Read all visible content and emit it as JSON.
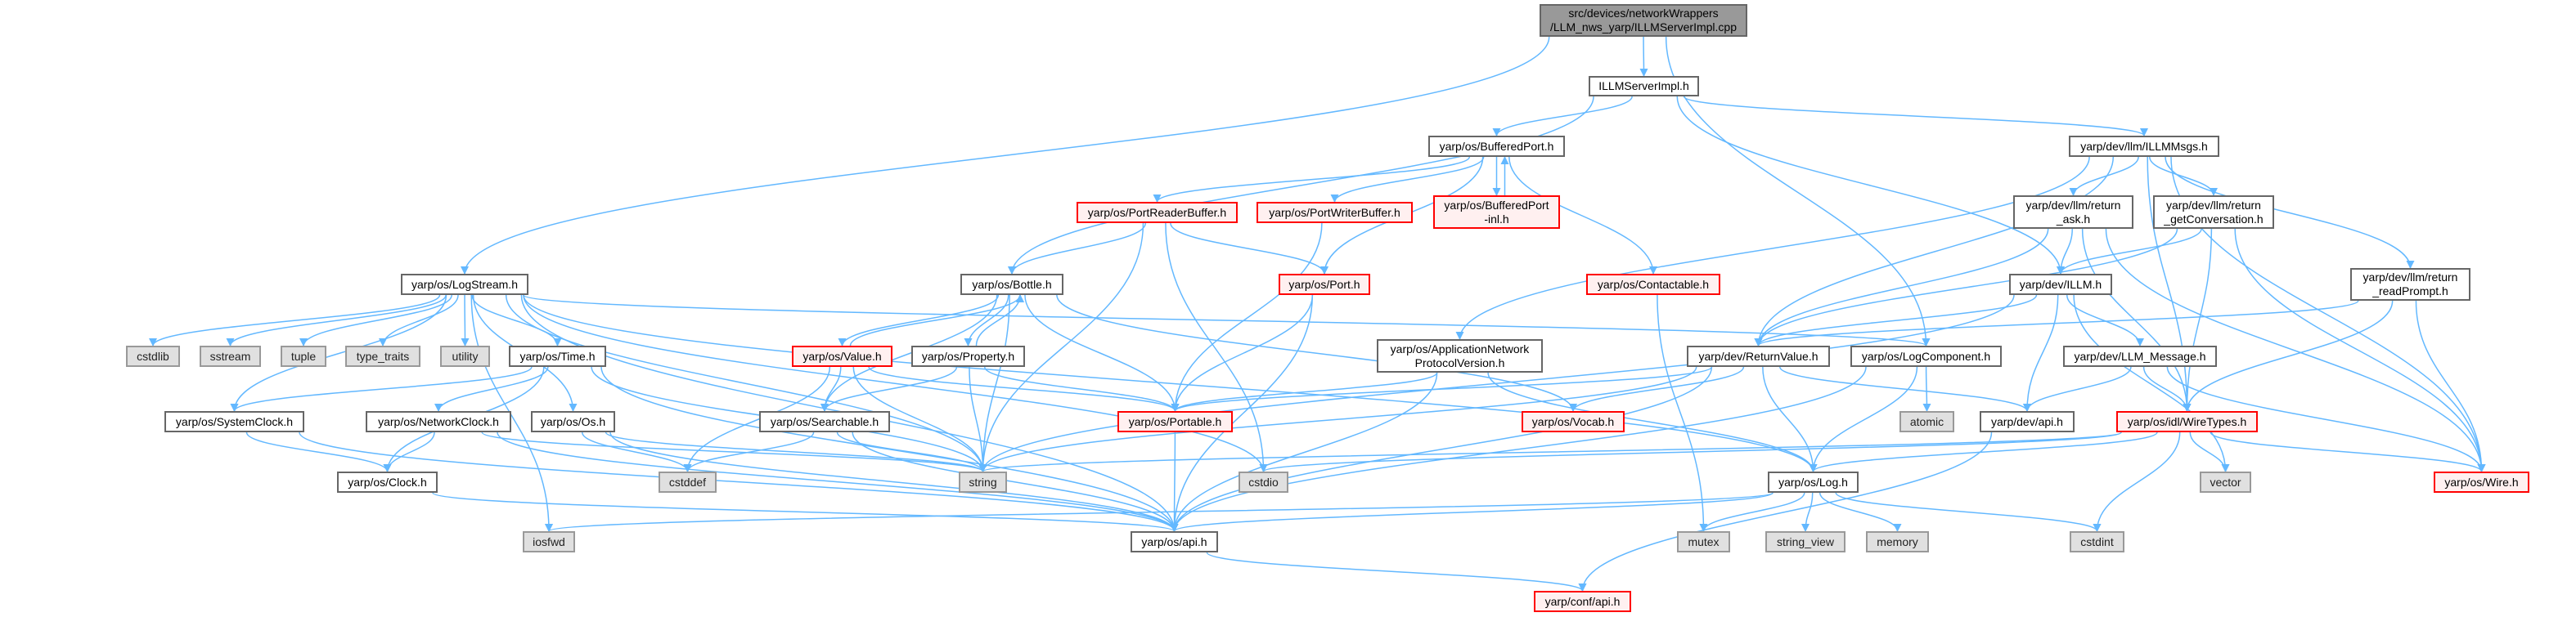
{
  "graph": {
    "title": "src/devices/networkWrappers/LLM_nws_yarp/ILLMServerImpl.cpp",
    "edge_color": "#63b8ff",
    "nodes": {
      "root": {
        "label": "src/devices/networkWrappers\n/LLM_nws_yarp/ILLMServerImpl.cpp",
        "kind": "root"
      },
      "illmserverimpl": {
        "label": "ILLMServerImpl.h",
        "kind": "plain"
      },
      "bufferedport": {
        "label": "yarp/os/BufferedPort.h",
        "kind": "plain"
      },
      "illmmsgs": {
        "label": "yarp/dev/llm/ILLMMsgs.h",
        "kind": "plain"
      },
      "portreaderbuffer": {
        "label": "yarp/os/PortReaderBuffer.h",
        "kind": "red"
      },
      "portwriterbuffer": {
        "label": "yarp/os/PortWriterBuffer.h",
        "kind": "red"
      },
      "bufferedport_inl": {
        "label": "yarp/os/BufferedPort\n-inl.h",
        "kind": "red"
      },
      "ask": {
        "label": "yarp/dev/llm/return\n_ask.h",
        "kind": "plain"
      },
      "getconv": {
        "label": "yarp/dev/llm/return\n_getConversation.h",
        "kind": "plain"
      },
      "bottle": {
        "label": "yarp/os/Bottle.h",
        "kind": "plain"
      },
      "port": {
        "label": "yarp/os/Port.h",
        "kind": "red"
      },
      "contactable": {
        "label": "yarp/os/Contactable.h",
        "kind": "red"
      },
      "illm": {
        "label": "yarp/dev/ILLM.h",
        "kind": "plain"
      },
      "readprompt": {
        "label": "yarp/dev/llm/return\n_readPrompt.h",
        "kind": "plain"
      },
      "logstream": {
        "label": "yarp/os/LogStream.h",
        "kind": "plain"
      },
      "cstdlib": {
        "label": "cstdlib",
        "kind": "system"
      },
      "sstream": {
        "label": "sstream",
        "kind": "system"
      },
      "tuple": {
        "label": "tuple",
        "kind": "system"
      },
      "type_traits": {
        "label": "type_traits",
        "kind": "system"
      },
      "utility": {
        "label": "utility",
        "kind": "system"
      },
      "time": {
        "label": "yarp/os/Time.h",
        "kind": "plain"
      },
      "value": {
        "label": "yarp/os/Value.h",
        "kind": "red"
      },
      "property": {
        "label": "yarp/os/Property.h",
        "kind": "plain"
      },
      "appnet": {
        "label": "yarp/os/ApplicationNetwork\nProtocolVersion.h",
        "kind": "plain"
      },
      "returnvalue": {
        "label": "yarp/dev/ReturnValue.h",
        "kind": "plain"
      },
      "logcomponent": {
        "label": "yarp/os/LogComponent.h",
        "kind": "plain"
      },
      "llm_message": {
        "label": "yarp/dev/LLM_Message.h",
        "kind": "plain"
      },
      "systemclock": {
        "label": "yarp/os/SystemClock.h",
        "kind": "plain"
      },
      "networkclock": {
        "label": "yarp/os/NetworkClock.h",
        "kind": "plain"
      },
      "os": {
        "label": "yarp/os/Os.h",
        "kind": "plain"
      },
      "searchable": {
        "label": "yarp/os/Searchable.h",
        "kind": "plain"
      },
      "portable": {
        "label": "yarp/os/Portable.h",
        "kind": "red"
      },
      "vocab": {
        "label": "yarp/os/Vocab.h",
        "kind": "red"
      },
      "atomic": {
        "label": "atomic",
        "kind": "system"
      },
      "devapi": {
        "label": "yarp/dev/api.h",
        "kind": "plain"
      },
      "wiretypes": {
        "label": "yarp/os/idl/WireTypes.h",
        "kind": "red"
      },
      "clock": {
        "label": "yarp/os/Clock.h",
        "kind": "plain"
      },
      "cstddef": {
        "label": "cstddef",
        "kind": "system"
      },
      "string": {
        "label": "string",
        "kind": "system"
      },
      "cstdio": {
        "label": "cstdio",
        "kind": "system"
      },
      "log": {
        "label": "yarp/os/Log.h",
        "kind": "plain"
      },
      "vector": {
        "label": "vector",
        "kind": "system"
      },
      "wire": {
        "label": "yarp/os/Wire.h",
        "kind": "red"
      },
      "iosfwd": {
        "label": "iosfwd",
        "kind": "system"
      },
      "osapi": {
        "label": "yarp/os/api.h",
        "kind": "plain"
      },
      "mutex": {
        "label": "mutex",
        "kind": "system"
      },
      "string_view": {
        "label": "string_view",
        "kind": "system"
      },
      "memory": {
        "label": "memory",
        "kind": "system"
      },
      "cstdint": {
        "label": "cstdint",
        "kind": "system"
      },
      "confapi": {
        "label": "yarp/conf/api.h",
        "kind": "red"
      }
    },
    "edges": [
      [
        "root",
        "illmserverimpl"
      ],
      [
        "root",
        "logstream"
      ],
      [
        "root",
        "logcomponent"
      ],
      [
        "illmserverimpl",
        "bufferedport"
      ],
      [
        "illmserverimpl",
        "bottle"
      ],
      [
        "illmserverimpl",
        "illmmsgs"
      ],
      [
        "illmserverimpl",
        "illm"
      ],
      [
        "bufferedport",
        "portreaderbuffer"
      ],
      [
        "bufferedport",
        "portwriterbuffer"
      ],
      [
        "bufferedport",
        "bufferedport_inl"
      ],
      [
        "bufferedport",
        "port"
      ],
      [
        "bufferedport",
        "contactable"
      ],
      [
        "bufferedport_inl",
        "bufferedport"
      ],
      [
        "portreaderbuffer",
        "bottle"
      ],
      [
        "portreaderbuffer",
        "port"
      ],
      [
        "portreaderbuffer",
        "string"
      ],
      [
        "portreaderbuffer",
        "cstdio"
      ],
      [
        "portwriterbuffer",
        "portable"
      ],
      [
        "port",
        "portable"
      ],
      [
        "port",
        "osapi"
      ],
      [
        "contactable",
        "mutex"
      ],
      [
        "bottle",
        "value"
      ],
      [
        "bottle",
        "property"
      ],
      [
        "bottle",
        "searchable"
      ],
      [
        "bottle",
        "portable"
      ],
      [
        "bottle",
        "string"
      ],
      [
        "bottle",
        "vocab"
      ],
      [
        "value",
        "bottle"
      ],
      [
        "value",
        "searchable"
      ],
      [
        "value",
        "portable"
      ],
      [
        "value",
        "string"
      ],
      [
        "value",
        "cstddef"
      ],
      [
        "property",
        "bottle"
      ],
      [
        "property",
        "searchable"
      ],
      [
        "property",
        "portable"
      ],
      [
        "property",
        "string"
      ],
      [
        "searchable",
        "string"
      ],
      [
        "searchable",
        "cstddef"
      ],
      [
        "searchable",
        "osapi"
      ],
      [
        "portable",
        "osapi"
      ],
      [
        "osapi",
        "confapi"
      ],
      [
        "devapi",
        "confapi"
      ],
      [
        "logstream",
        "cstdlib"
      ],
      [
        "logstream",
        "sstream"
      ],
      [
        "logstream",
        "tuple"
      ],
      [
        "logstream",
        "type_traits"
      ],
      [
        "logstream",
        "utility"
      ],
      [
        "logstream",
        "time"
      ],
      [
        "logstream",
        "systemclock"
      ],
      [
        "logstream",
        "os"
      ],
      [
        "logstream",
        "string"
      ],
      [
        "logstream",
        "cstdio"
      ],
      [
        "logstream",
        "iosfwd"
      ],
      [
        "logstream",
        "osapi"
      ],
      [
        "logstream",
        "log"
      ],
      [
        "logstream",
        "logcomponent"
      ],
      [
        "time",
        "systemclock"
      ],
      [
        "time",
        "networkclock"
      ],
      [
        "time",
        "clock"
      ],
      [
        "time",
        "string"
      ],
      [
        "time",
        "osapi"
      ],
      [
        "systemclock",
        "clock"
      ],
      [
        "systemclock",
        "osapi"
      ],
      [
        "networkclock",
        "clock"
      ],
      [
        "networkclock",
        "string"
      ],
      [
        "networkclock",
        "osapi"
      ],
      [
        "os",
        "cstddef"
      ],
      [
        "os",
        "string"
      ],
      [
        "os",
        "osapi"
      ],
      [
        "clock",
        "osapi"
      ],
      [
        "illmmsgs",
        "ask"
      ],
      [
        "illmmsgs",
        "getconv"
      ],
      [
        "illmmsgs",
        "readprompt"
      ],
      [
        "illmmsgs",
        "returnvalue"
      ],
      [
        "illmmsgs",
        "wiretypes"
      ],
      [
        "illmmsgs",
        "wire"
      ],
      [
        "illmmsgs",
        "appnet"
      ],
      [
        "ask",
        "illm"
      ],
      [
        "ask",
        "returnvalue"
      ],
      [
        "ask",
        "wiretypes"
      ],
      [
        "ask",
        "wire"
      ],
      [
        "getconv",
        "illm"
      ],
      [
        "getconv",
        "returnvalue"
      ],
      [
        "getconv",
        "wiretypes"
      ],
      [
        "getconv",
        "wire"
      ],
      [
        "readprompt",
        "returnvalue"
      ],
      [
        "readprompt",
        "wiretypes"
      ],
      [
        "readprompt",
        "wire"
      ],
      [
        "illm",
        "returnvalue"
      ],
      [
        "illm",
        "llm_message"
      ],
      [
        "illm",
        "devapi"
      ],
      [
        "illm",
        "vector"
      ],
      [
        "illm",
        "string"
      ],
      [
        "llm_message",
        "devapi"
      ],
      [
        "llm_message",
        "wiretypes"
      ],
      [
        "llm_message",
        "wire"
      ],
      [
        "returnvalue",
        "log"
      ],
      [
        "returnvalue",
        "devapi"
      ],
      [
        "returnvalue",
        "vocab"
      ],
      [
        "returnvalue",
        "portable"
      ],
      [
        "returnvalue",
        "string"
      ],
      [
        "returnvalue",
        "osapi"
      ],
      [
        "logcomponent",
        "atomic"
      ],
      [
        "logcomponent",
        "log"
      ],
      [
        "logcomponent",
        "osapi"
      ],
      [
        "appnet",
        "portable"
      ],
      [
        "appnet",
        "osapi"
      ],
      [
        "appnet",
        "log"
      ],
      [
        "wiretypes",
        "log"
      ],
      [
        "wiretypes",
        "vector"
      ],
      [
        "wiretypes",
        "cstdint"
      ],
      [
        "wiretypes",
        "wire"
      ],
      [
        "wiretypes",
        "string"
      ],
      [
        "wiretypes",
        "cstdio"
      ],
      [
        "log",
        "mutex"
      ],
      [
        "log",
        "string_view"
      ],
      [
        "log",
        "memory"
      ],
      [
        "log",
        "cstdint"
      ],
      [
        "log",
        "osapi"
      ],
      [
        "log",
        "iosfwd"
      ]
    ]
  }
}
